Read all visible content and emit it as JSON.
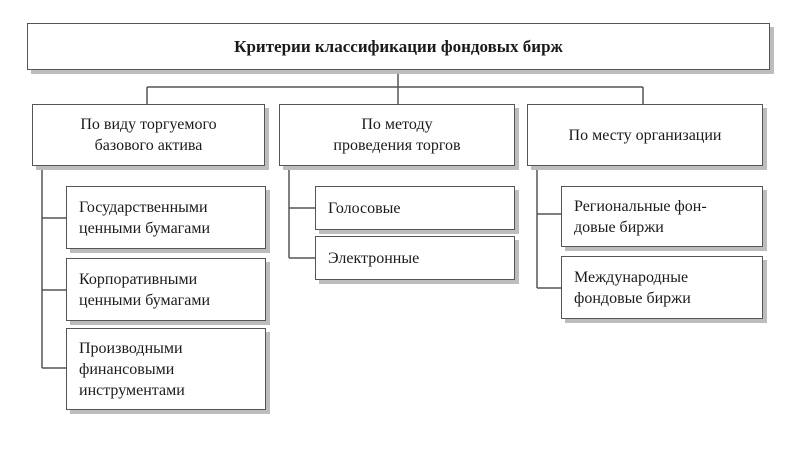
{
  "diagram": {
    "title": "Критерии классификации фондовых бирж",
    "criteria": [
      {
        "label": "По виду торгуемого\nбазового актива",
        "items": [
          "Государственными\nценными бумагами",
          "Корпоративными\nценными бумагами",
          "Производными\nфинансовыми\nинструментами"
        ]
      },
      {
        "label": "По методу\nпроведения торгов",
        "items": [
          "Голосовые",
          "Электронные"
        ]
      },
      {
        "label": "По месту организации",
        "items": [
          "Региональные фон-\nдовые биржи",
          "Международные\nфондовые биржи"
        ]
      }
    ]
  }
}
